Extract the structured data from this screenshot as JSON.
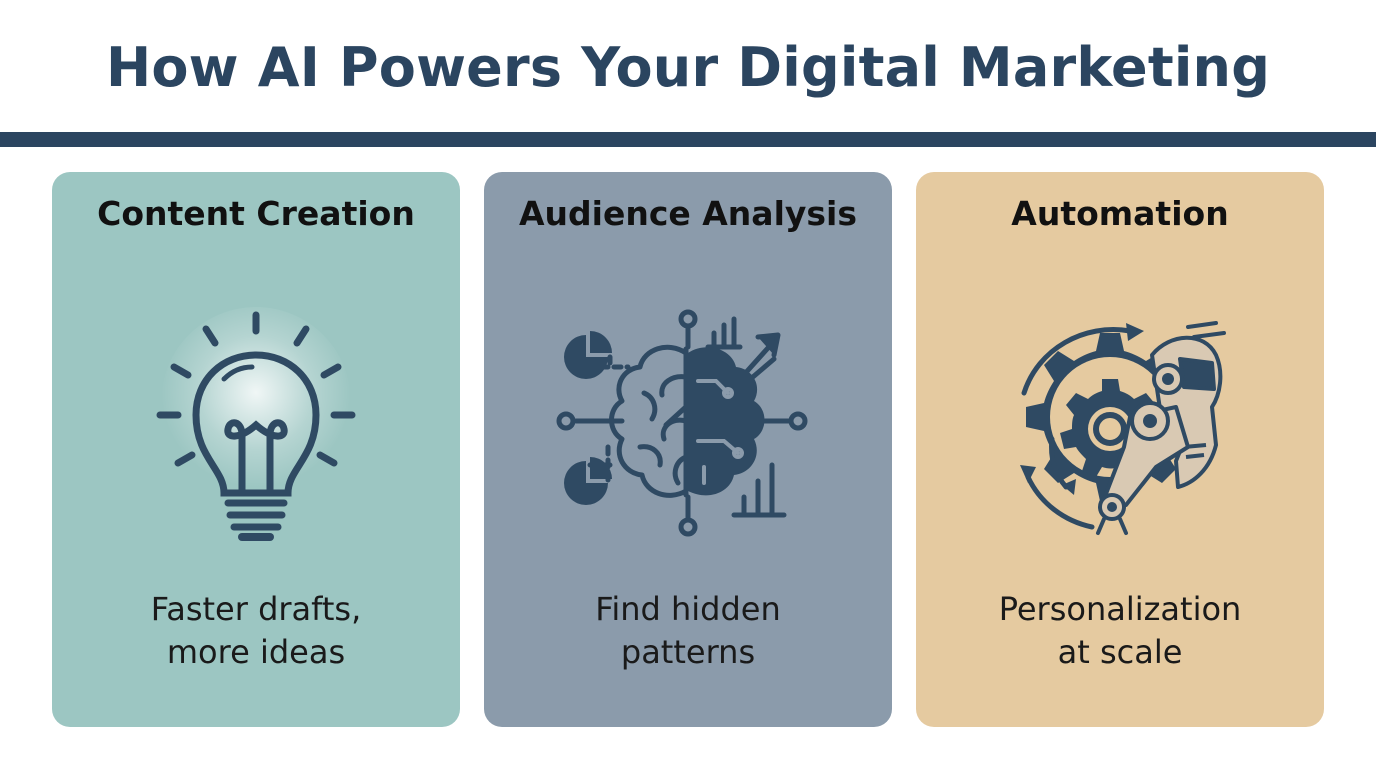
{
  "header": {
    "title": "How AI Powers Your Digital Marketing"
  },
  "colors": {
    "title": "#2b4560",
    "rule": "#2b4560",
    "icon_stroke": "#2f4a63"
  },
  "cards": [
    {
      "title": "Content Creation",
      "caption_lines": [
        "Faster drafts,",
        "more ideas"
      ],
      "icon": "lightbulb-icon",
      "background": "#9cc6c2"
    },
    {
      "title": "Audience Analysis",
      "caption_lines": [
        "Find hidden",
        "patterns"
      ],
      "icon": "brain-analytics-icon",
      "background": "#8b9bab"
    },
    {
      "title": "Automation",
      "caption_lines": [
        "Personalization",
        "at scale"
      ],
      "icon": "gear-robot-arm-icon",
      "background": "#e5caa0"
    }
  ]
}
